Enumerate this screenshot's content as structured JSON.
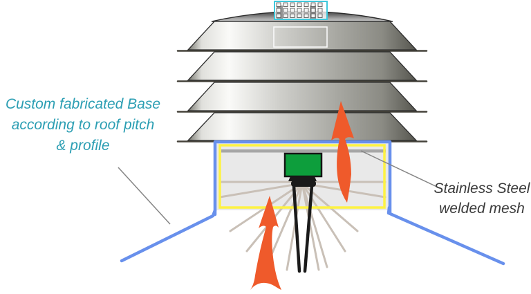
{
  "diagram": {
    "labels": {
      "base": {
        "line1": "Custom fabricated Base",
        "line2": "according to roof pitch",
        "line3": "& profile"
      },
      "mesh": {
        "line1": "Stainless Steel",
        "line2": "welded mesh"
      }
    },
    "colors": {
      "teal_label": "#2b9eb3",
      "dark_label": "#3b3b3b",
      "roof_blue": "#6890ec",
      "yellow_liner": "#fdf243",
      "mesh_cyan": "#3fc8dc",
      "motor_green": "#0d9e3c",
      "airflow_orange": "#ef5a2b",
      "base_fill": "#e9e9e9",
      "wire_tan": "#c9c0b7",
      "leader_gray": "#858585"
    }
  }
}
